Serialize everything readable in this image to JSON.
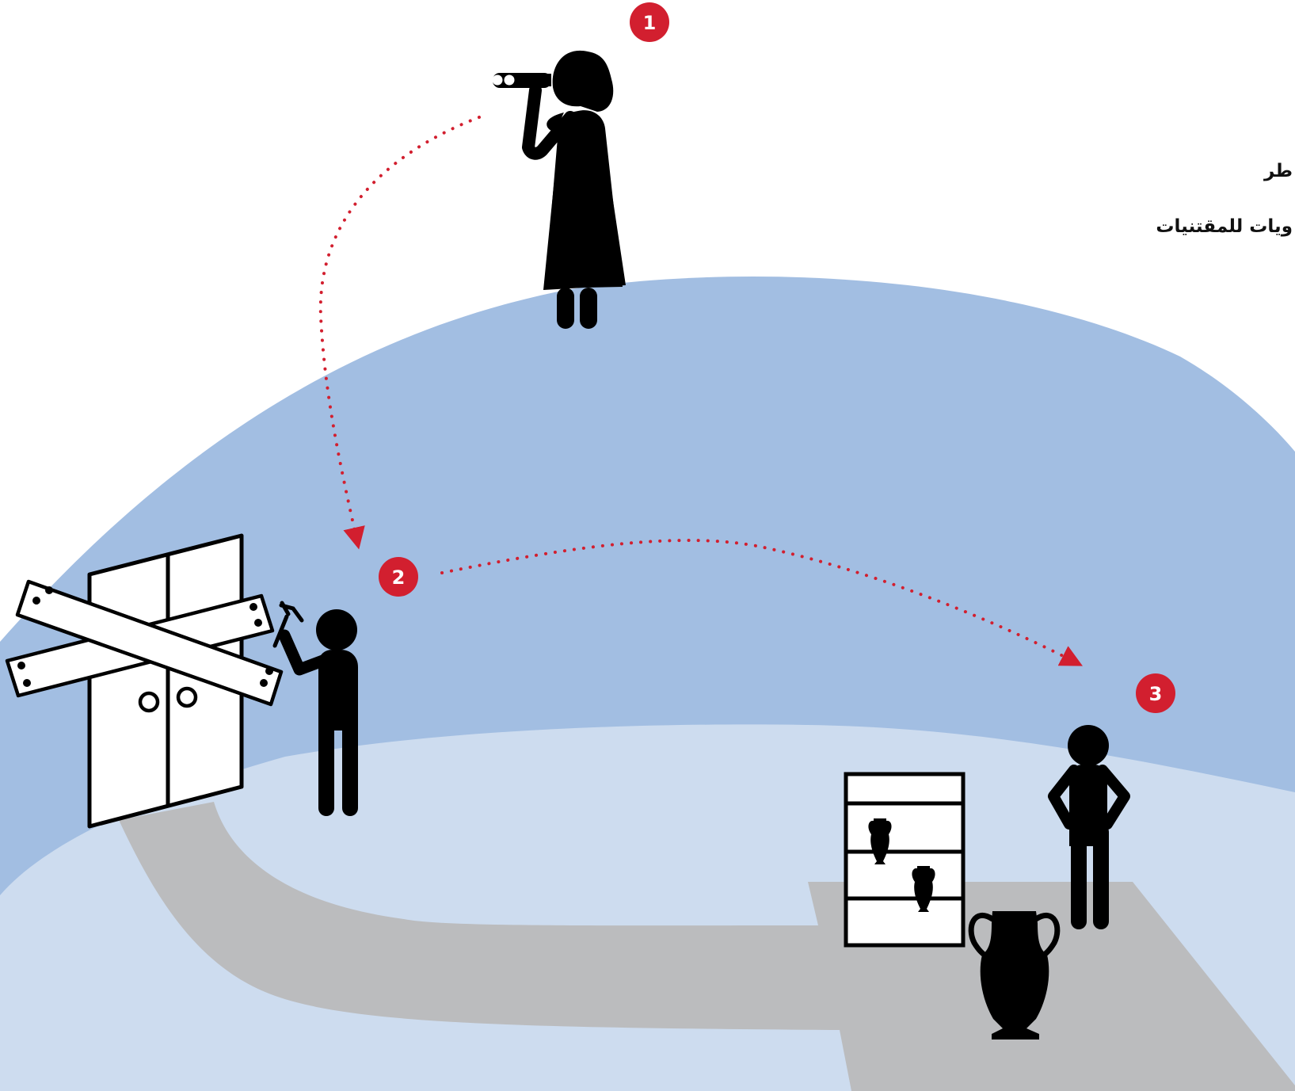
{
  "captions": [
    "طر",
    "ويات للمقتنيات"
  ],
  "steps": [
    {
      "number": "1"
    },
    {
      "number": "2"
    },
    {
      "number": "3"
    }
  ],
  "colors": {
    "sky_hill": "#a2bee2",
    "foreground": "#cddcef",
    "path": "#bbbcbe",
    "marker": "#d21f2f",
    "figure": "#000000"
  },
  "icons": [
    "binoculars-icon",
    "hammer-icon",
    "amphora-icon",
    "display-cabinet-icon"
  ]
}
